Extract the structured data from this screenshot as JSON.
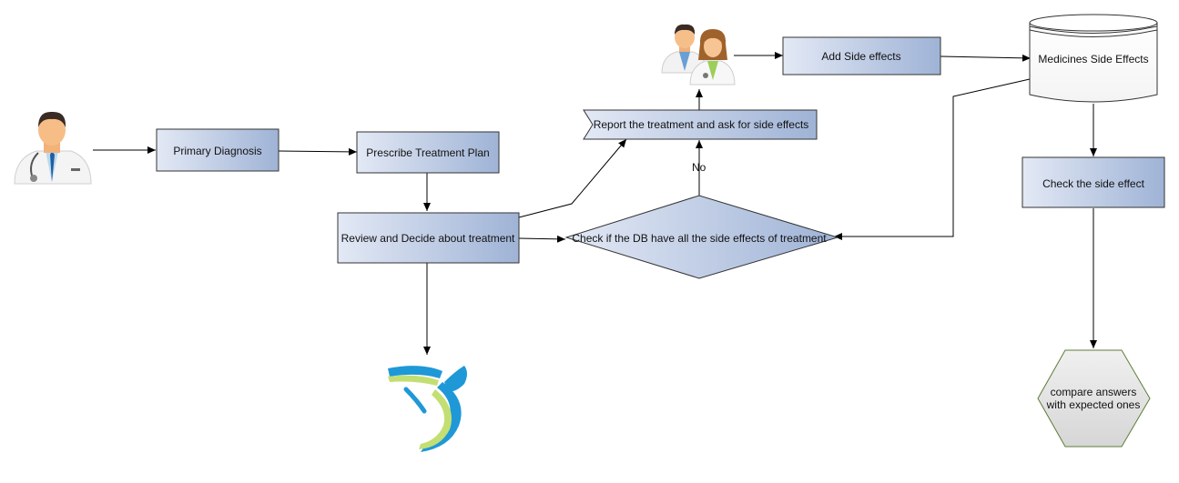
{
  "nodes": {
    "primary_diagnosis": "Primary Diagnosis",
    "prescribe_treatment_plan": "Prescribe Treatment Plan",
    "review_decide": "Review and Decide about treatment",
    "check_db": "Check if the DB have all the side effects of treatment",
    "report_treatment": "Report the treatment and ask for side effects",
    "add_side_effects": "Add Side effects",
    "medicines_db": "Medicines Side Effects",
    "check_side_effect": "Check the side effect",
    "compare_line1": "compare answers",
    "compare_line2": "with expected ones"
  },
  "edge_labels": {
    "no": "No"
  },
  "icons": {
    "doctor": "doctor-icon",
    "doctors_pair": "doctors-icon",
    "end_logo": "ribbon-logo-icon"
  },
  "colors": {
    "box_fill_light": "#dfe6f3",
    "box_fill_dark": "#9fb4d6",
    "box_stroke": "#333333",
    "hexagon_fill": "#e6e6e6",
    "hexagon_stroke": "#5e7d3a",
    "logo_blue": "#1f98d8",
    "logo_green": "#b8d86a"
  }
}
